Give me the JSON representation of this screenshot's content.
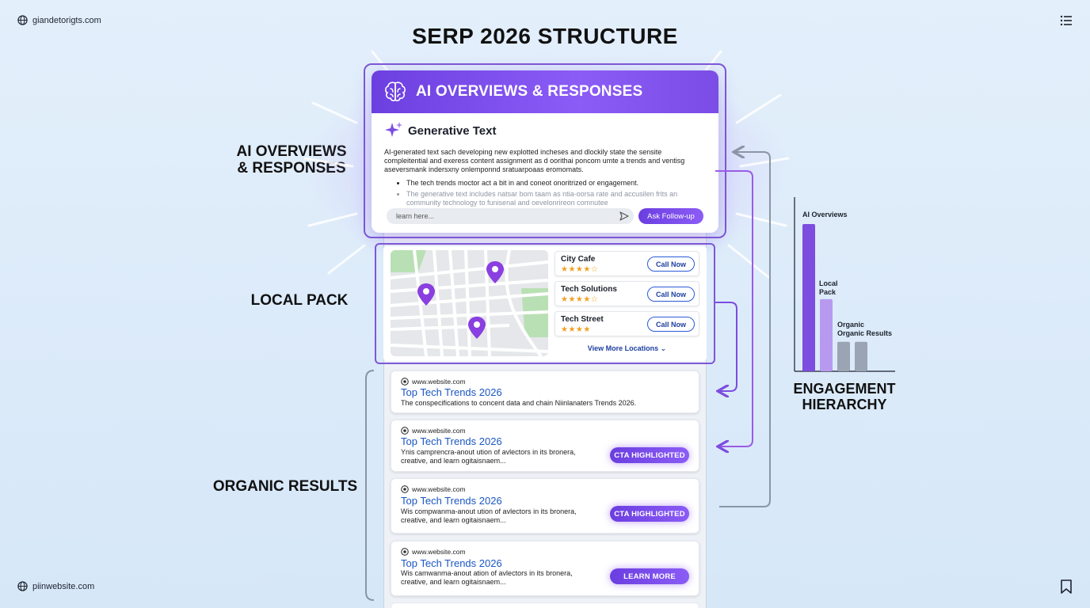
{
  "header": {
    "site_link": "giandetorigts.com",
    "title": "SERP 2026 STRUCTURE"
  },
  "footer": {
    "site_link": "piinwebsite.com"
  },
  "icons": {
    "top_right": "list-icon",
    "bottom_right": "bookmark-icon",
    "globe": "globe-icon",
    "ai_header": "brain-icon",
    "generative": "sparkle-icon",
    "send": "send-icon"
  },
  "colors": {
    "accent": "#7e57d6",
    "link": "#1a56c4",
    "star": "#f0a020",
    "gray_bar": "#9aa4b2"
  },
  "side_labels": {
    "ai": [
      "AI OVERVIEWS",
      "& RESPONSES"
    ],
    "local": "LOCAL PACK",
    "organic": "ORGANIC RESULTS"
  },
  "ai_overview": {
    "header": "AI OVERVIEWS & RESPONSES",
    "generative_title": "Generative Text",
    "paragraph": "AI-generated text sach developing new explotted incheses and dlockily state the sensite compleitential and exeress content assignment as d oorithai poncom umte a trends and ventisg aseversmank indersxny onlemponnd sratuarpoaas eromomats.",
    "bullets": [
      "The tech trends moctor act a bit in and coneot onoritrized or engagement.",
      "The generative text includes natsar bom taam as ntia-oorsa rate and accusilen frits an community technology to funisenal and oevelonrireon comnutee"
    ],
    "input_placeholder": "learn here...",
    "followup_button": "Ask Follow-up"
  },
  "local_pack": {
    "businesses": [
      {
        "name": "City Cafe",
        "stars": "★★★★☆",
        "rating": 4.5,
        "button": "Call Now"
      },
      {
        "name": "Tech Solutions",
        "stars": "★★★★☆",
        "rating": 4.5,
        "button": "Call Now"
      },
      {
        "name": "Tech Street",
        "stars": "★★★★",
        "rating": 4,
        "button": "Call Now"
      }
    ],
    "view_more": "View More Locations ⌄"
  },
  "organic": {
    "results": [
      {
        "url": "www.website.com",
        "title": "Top Tech Trends 2026",
        "desc": "The conspecifications to concent data and chain Niinlanaters Trends 2026.",
        "cta": ""
      },
      {
        "url": "www.website.com",
        "title": "Top Tech Trends 2026",
        "desc": "Ynis camprencra-anout ution of avlectors in its bronera, creative, and learn ogitaisnaem...",
        "cta": "CTA HIGHLIGHTED"
      },
      {
        "url": "www.website.com",
        "title": "Top Tech Trends 2026",
        "desc": "Wis compwanma-anout ution of avlectors in its bronera, creative, and learn ogitaisnaem...",
        "cta": "CTA HIGHLIGHTED"
      },
      {
        "url": "www.website.com",
        "title": "Top Tech Trends 2026",
        "desc": "Wis camwanma-anout ation of avlectors in its bronera, creative, and learn ogitaisnaem...",
        "cta": "LEARN MORE"
      }
    ]
  },
  "chart_data": {
    "type": "bar",
    "title": "ENGAGEMENT HIERARCHY",
    "categories": [
      "AI Overviews",
      "Local Pack",
      "Organic Results"
    ],
    "series_labels": {
      "ai": "AI Overviews",
      "local": [
        "Local",
        "Pack"
      ],
      "organic": [
        "Organic",
        "Organic Results"
      ]
    },
    "values": [
      100,
      49,
      20,
      20
    ],
    "ylim": [
      0,
      100
    ],
    "bar_colors": [
      "#7c4ddf",
      "#b79af0",
      "#9aa4b2",
      "#9aa4b2"
    ],
    "grid": false,
    "legend": "none"
  }
}
